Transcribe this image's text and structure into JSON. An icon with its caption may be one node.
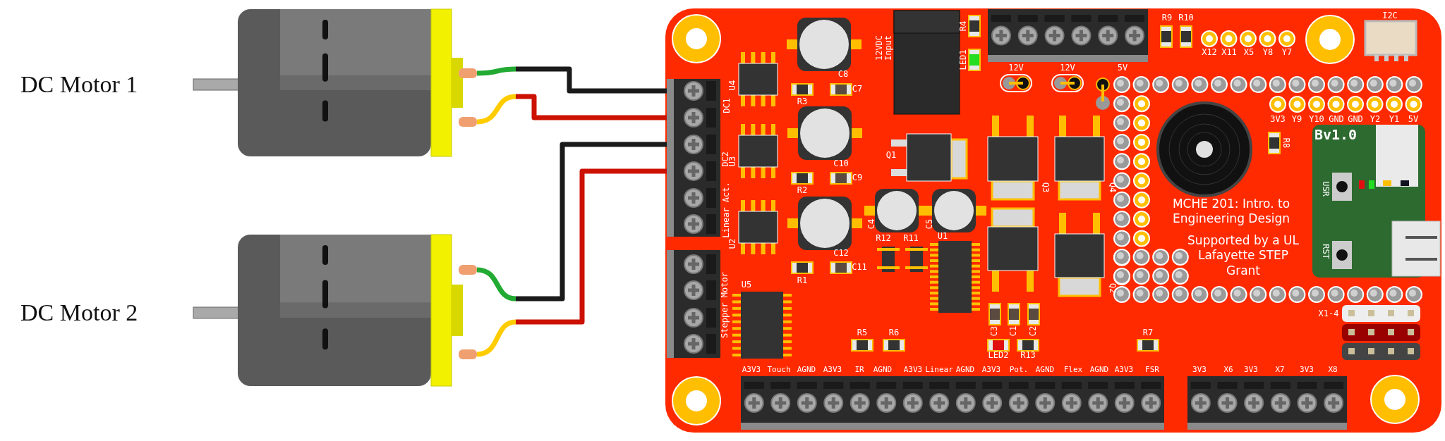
{
  "diagram": {
    "nodes": [
      {
        "text": [
          "DC Motor 1"
        ]
      },
      {
        "text": [
          "DC Motor 2"
        ]
      },
      {
        "text": [
          "MCHE 201: Intro. to Engineering Design",
          "Supported by a UL Lafayette STEP Grant"
        ]
      },
      {
        "text": [
          "DC1"
        ],
        "in": 2
      },
      {
        "text": [
          "DC2"
        ],
        "in": 2
      },
      {
        "text": [
          "Linear Act."
        ],
        "in": 2
      },
      {
        "text": [
          "Stepper Motor"
        ],
        "in": 2
      }
    ],
    "edges": [
      {
        "from": 0,
        "to": 3,
        "arrow": "none",
        "color": "#1a1a1a"
      },
      {
        "from": 0,
        "to": 3,
        "arrow": "none",
        "color": "#cc1100"
      },
      {
        "from": 1,
        "to": 4,
        "arrow": "none",
        "color": "#1a1a1a"
      },
      {
        "from": 1,
        "to": 4,
        "arrow": "none",
        "color": "#cc1100"
      }
    ],
    "labels": [
      "12VDC Input",
      "R4",
      "LED1",
      "R9",
      "R10",
      "I2C",
      "X12",
      "X11",
      "X5",
      "Y8",
      "Y7",
      "12V",
      "12V",
      "5V",
      "C8",
      "U4",
      "C7",
      "R3",
      "3V3",
      "Y9",
      "Y10",
      "GND",
      "GND",
      "Y2",
      "Y1",
      "5V",
      "Bv1.0",
      "R8",
      "Q1",
      "U3",
      "C10",
      "C9",
      "R2",
      "Q3",
      "Q4",
      "USR",
      "C4",
      "C5",
      "U2",
      "R12",
      "R11",
      "U1",
      "C12",
      "RST",
      "C11",
      "R1",
      "U5",
      "Q2",
      "X1-4",
      "C3",
      "C1",
      "C2",
      "R5",
      "R6",
      "R7",
      "LED2",
      "R13",
      "A3V3",
      "Touch",
      "AGND",
      "A3V3",
      "IR",
      "AGND",
      "A3V3",
      "Linear",
      "AGND",
      "A3V3",
      "Pot.",
      "AGND",
      "Flex",
      "AGND",
      "A3V3",
      "FSR",
      "3V3",
      "X6",
      "3V3",
      "X7",
      "3V3",
      "X8"
    ]
  }
}
